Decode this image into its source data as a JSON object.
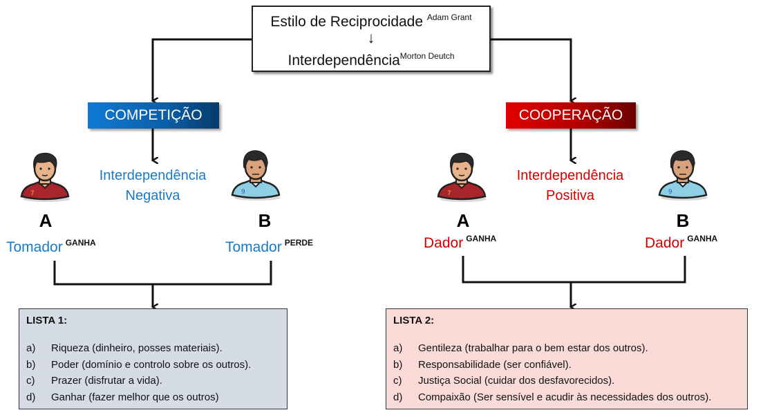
{
  "header": {
    "line1": "Estilo de Reciprocidade",
    "line1_citation": "Adam Grant",
    "arrow": "↓",
    "line2": "Interdependência",
    "line2_citation": "Morton Deutch"
  },
  "branches": {
    "competition": {
      "label": "COMPETIÇÃO",
      "color": "#0b5ea8",
      "interdependence_line1": "Interdependência",
      "interdependence_line2": "Negativa",
      "person_a": {
        "letter": "A",
        "role": "Tomador",
        "outcome": "GANHA",
        "jersey_number": "7"
      },
      "person_b": {
        "letter": "B",
        "role": "Tomador",
        "outcome": "PERDE",
        "jersey_number": "9"
      }
    },
    "cooperation": {
      "label": "COOPERAÇÃO",
      "color": "#c00000",
      "interdependence_line1": "Interdependência",
      "interdependence_line2": "Positiva",
      "person_a": {
        "letter": "A",
        "role": "Dador",
        "outcome": "GANHA",
        "jersey_number": "7"
      },
      "person_b": {
        "letter": "B",
        "role": "Dador",
        "outcome": "GANHA",
        "jersey_number": "9"
      }
    }
  },
  "lists": [
    {
      "title": "LISTA 1:",
      "background": "#d6dce5",
      "items": [
        {
          "marker": "a)",
          "text": "Riqueza (dinheiro, posses materiais)."
        },
        {
          "marker": "b)",
          "text": "Poder (domínio e controlo sobre os outros)."
        },
        {
          "marker": "c)",
          "text": "Prazer (disfrutar a vida)."
        },
        {
          "marker": "d)",
          "text": "Ganhar (fazer melhor que os outros)"
        }
      ]
    },
    {
      "title": "LISTA 2:",
      "background": "#fadbd8",
      "items": [
        {
          "marker": "a)",
          "text": "Gentileza (trabalhar para o bem estar dos outros)."
        },
        {
          "marker": "b)",
          "text": "Responsabilidade (ser confiável)."
        },
        {
          "marker": "c)",
          "text": "Justiça Social (cuidar dos desfavorecidos)."
        },
        {
          "marker": "d)",
          "text": "Compaixão (Ser sensível e acudir às necessidades dos outros)."
        }
      ]
    }
  ]
}
